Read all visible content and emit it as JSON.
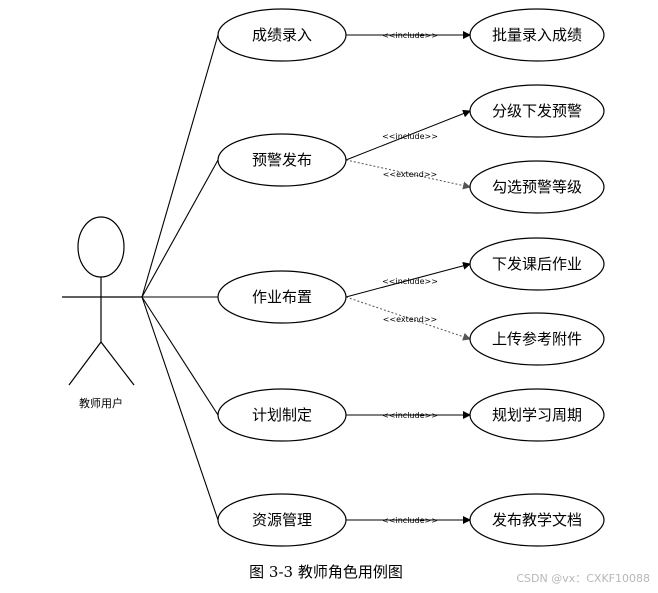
{
  "actor": {
    "label": "教师用户"
  },
  "use_cases": [
    {
      "id": "uc1",
      "label": "成绩录入"
    },
    {
      "id": "uc2",
      "label": "预警发布"
    },
    {
      "id": "uc3",
      "label": "作业布置"
    },
    {
      "id": "uc4",
      "label": "计划制定"
    },
    {
      "id": "uc5",
      "label": "资源管理"
    }
  ],
  "sub_cases": [
    {
      "id": "s1",
      "label": "批量录入成绩",
      "parent": "uc1",
      "relation": "<<include>>"
    },
    {
      "id": "s2",
      "label": "分级下发预警",
      "parent": "uc2",
      "relation": "<<include>>"
    },
    {
      "id": "s3",
      "label": "勾选预警等级",
      "parent": "uc2",
      "relation": "<<extend>>"
    },
    {
      "id": "s4",
      "label": "下发课后作业",
      "parent": "uc3",
      "relation": "<<include>>"
    },
    {
      "id": "s5",
      "label": "上传参考附件",
      "parent": "uc3",
      "relation": "<<extend>>"
    },
    {
      "id": "s6",
      "label": "规划学习周期",
      "parent": "uc4",
      "relation": "<<include>>"
    },
    {
      "id": "s7",
      "label": "发布教学文档",
      "parent": "uc5",
      "relation": "<<include>>"
    }
  ],
  "caption": "图 3-3 教师角色用例图",
  "watermark": "CSDN @vx：CXKF10088"
}
